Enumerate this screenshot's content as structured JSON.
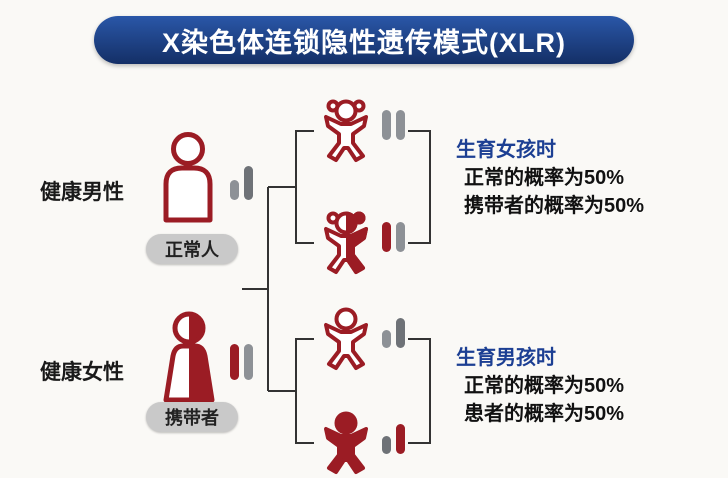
{
  "title": "X染色体连锁隐性遗传模式(XLR)",
  "parents": {
    "father": {
      "label": "健康男性",
      "tag": "正常人"
    },
    "mother": {
      "label": "健康女性",
      "tag": "携带者"
    }
  },
  "notes": {
    "daughters": {
      "heading": "生育女孩时",
      "lines": [
        "正常的概率为50%",
        "携带者的概率为50%"
      ]
    },
    "sons": {
      "heading": "生育男孩时",
      "lines": [
        "正常的概率为50%",
        "患者的概率为50%"
      ]
    }
  },
  "icons": {
    "father": "healthy-male-icon",
    "mother": "carrier-female-icon",
    "daughter_normal": "normal-daughter-icon",
    "daughter_carrier": "carrier-daughter-icon",
    "son_normal": "normal-son-icon",
    "son_affected": "affected-son-icon"
  },
  "colors": {
    "banner_top": "#2a57a8",
    "banner_bottom": "#142f66",
    "accent_red": "#9b1c24",
    "bar_gray": "#8d9196",
    "bar_darkgray": "#6e7277",
    "heading_blue": "#1c3f93",
    "pill_gray": "#c9c9c9",
    "line": "#333333",
    "text": "#1a1a1a",
    "background": "#faf9f6"
  }
}
